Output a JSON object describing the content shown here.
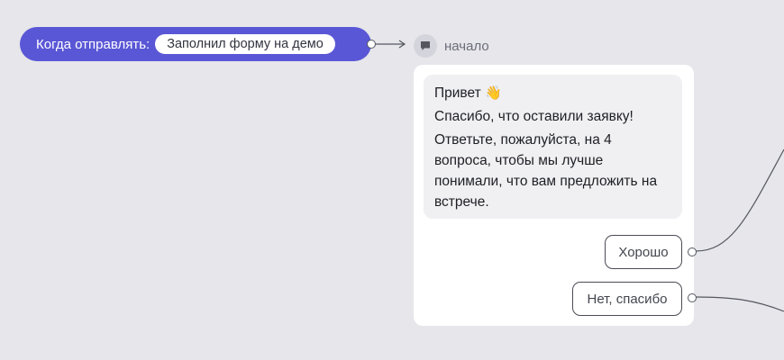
{
  "trigger": {
    "label": "Когда отправлять:",
    "value": "Заполнил форму на демо"
  },
  "start": {
    "label": "начало",
    "icon": "chat-bubble-icon"
  },
  "message": {
    "greeting": "Привет",
    "greeting_emoji": "👋",
    "line1": "Спасибо, что оставили заявку!",
    "line2": "Ответьте, пожалуйста, на 4 вопроса, чтобы мы лучше понимали, что вам предложить на встрече."
  },
  "buttons": {
    "ok": "Хорошо",
    "no": "Нет, спасибо"
  },
  "colors": {
    "accent": "#5a57d6",
    "background": "#e6e6eb"
  }
}
